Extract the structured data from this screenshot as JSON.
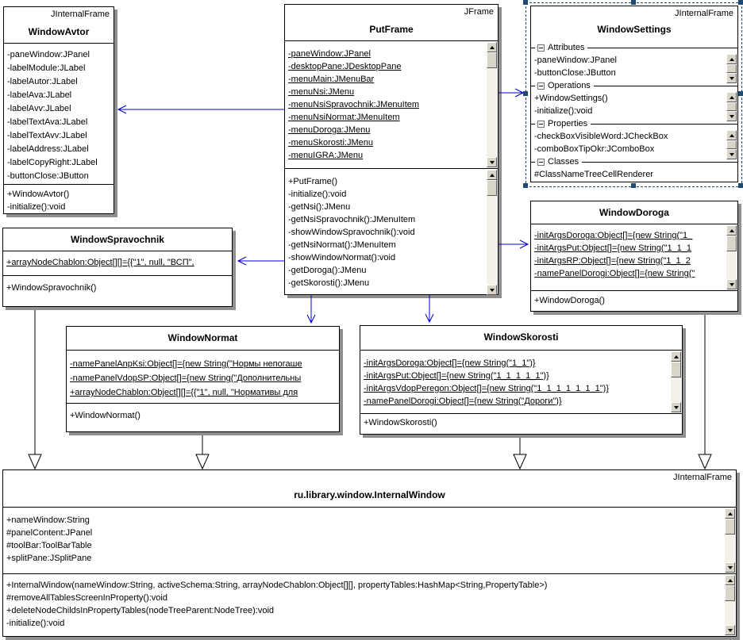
{
  "colors": {
    "connector_blue": "#0000cc",
    "selection_blue": "#1d4a75",
    "shadow_gray": "#8f8f8f"
  },
  "classes": {
    "window_avtor": {
      "stereotype": "JInternalFrame",
      "name": "WindowAvtor",
      "attributes": [
        "-paneWindow:JPanel",
        "-labelModule:JLabel",
        "-labelAutor:JLabel",
        "-labelAva:JLabel",
        "-labelAvv:JLabel",
        "-labelTextAva:JLabel",
        "-labelTextAvv:JLabel",
        "-labelAddress:JLabel",
        "-labelCopyRight:JLabel",
        "-buttonClose:JButton"
      ],
      "methods": [
        "+WindowAvtor()",
        "-initialize():void"
      ]
    },
    "put_frame": {
      "stereotype": "JFrame",
      "name": "PutFrame",
      "attributes": [
        "-paneWindow:JPanel",
        "-desktopPane:JDesktopPane",
        "-menuMain:JMenuBar",
        "-menuNsi:JMenu",
        "-menuNsiSpravochnik:JMenuItem",
        "-menuNsiNormat:JMenuItem",
        "-menuDoroga:JMenu",
        "-menuSkorosti:JMenu",
        "-menuIGRA:JMenu"
      ],
      "methods": [
        "+PutFrame()",
        "-initialize():void",
        "-getNsi():JMenu",
        "-getNsiSpravochnik():JMenuItem",
        "-showWindowSpravochnik():void",
        "-getNsiNormat():JMenuItem",
        "-showWindowNormat():void",
        "-getDoroga():JMenu",
        "-getSkorosti():JMenu"
      ]
    },
    "window_settings": {
      "stereotype": "JInternalFrame",
      "name": "WindowSettings",
      "groups": [
        {
          "label": "Attributes",
          "items": [
            "-paneWindow:JPanel",
            "-buttonClose:JButton"
          ]
        },
        {
          "label": "Operations",
          "items": [
            "+WindowSettings()",
            "-initialize():void"
          ]
        },
        {
          "label": "Properties",
          "items": [
            "-checkBoxVisibleWord:JCheckBox",
            "-comboBoxTipOkr:JComboBox"
          ]
        },
        {
          "label": "Classes",
          "items": [
            "#ClassNameTreeCellRenderer"
          ]
        }
      ]
    },
    "window_spravochnik": {
      "name": "WindowSpravochnik",
      "attributes": [
        "+arrayNodeChablon:Object[][]={{\"1\", null, \"ВСП\","
      ],
      "methods": [
        "+WindowSpravochnik()"
      ]
    },
    "window_doroga": {
      "name": "WindowDoroga",
      "attributes": [
        "-initArgsDoroga:Object[]={new String(\"1_",
        "-initArgsPut:Object[]={new String(\"1_1_1",
        "-initArgsRP:Object[]={new String(\"1_1_2",
        "-namePanelDorogi:Object[]={new String(\""
      ],
      "methods": [
        "+WindowDoroga()"
      ]
    },
    "window_normat": {
      "name": "WindowNormat",
      "attributes": [
        "-namePanelAnpKsi:Object[]={new String(\"Нормы непогаше",
        "-namePanelVdopSP:Object[]={new String(\"Дополнительны",
        "+arrayNodeChablon:Object[][]={{\"1\", null, \"Нормативы для"
      ],
      "methods": [
        "+WindowNormat()"
      ]
    },
    "window_skorosti": {
      "name": "WindowSkorosti",
      "attributes": [
        "-initArgsDoroga:Object[]={new String(\"1_1\")}",
        "-initArgsPut:Object[]={new String(\"1_1_1_1_1\")}",
        "-initArgsVdopPeregon:Object[]={new String(\"1_1_1_1_1_1_1\")}",
        "-namePanelDorogi:Object[]={new String(\"Дороги\")}"
      ],
      "methods": [
        "+WindowSkorosti()"
      ]
    },
    "internal_window": {
      "stereotype": "JInternalFrame",
      "name": "ru.library.window.InternalWindow",
      "attributes": [
        "+nameWindow:String",
        "#panelContent:JPanel",
        "#toolBar:ToolBarTable",
        "+splitPane:JSplitPane"
      ],
      "methods": [
        "+InternalWindow(nameWindow:String, activeSchema:String, arrayNodeChablon:Object[][], propertyTables:HashMap<String,PropertyTable>)",
        "#removeAllTablesScreenInProperty():void",
        "+deleteNodeChildsInPropertyTables(nodeTreeParent:NodeTree):void",
        "-initialize():void"
      ]
    }
  }
}
